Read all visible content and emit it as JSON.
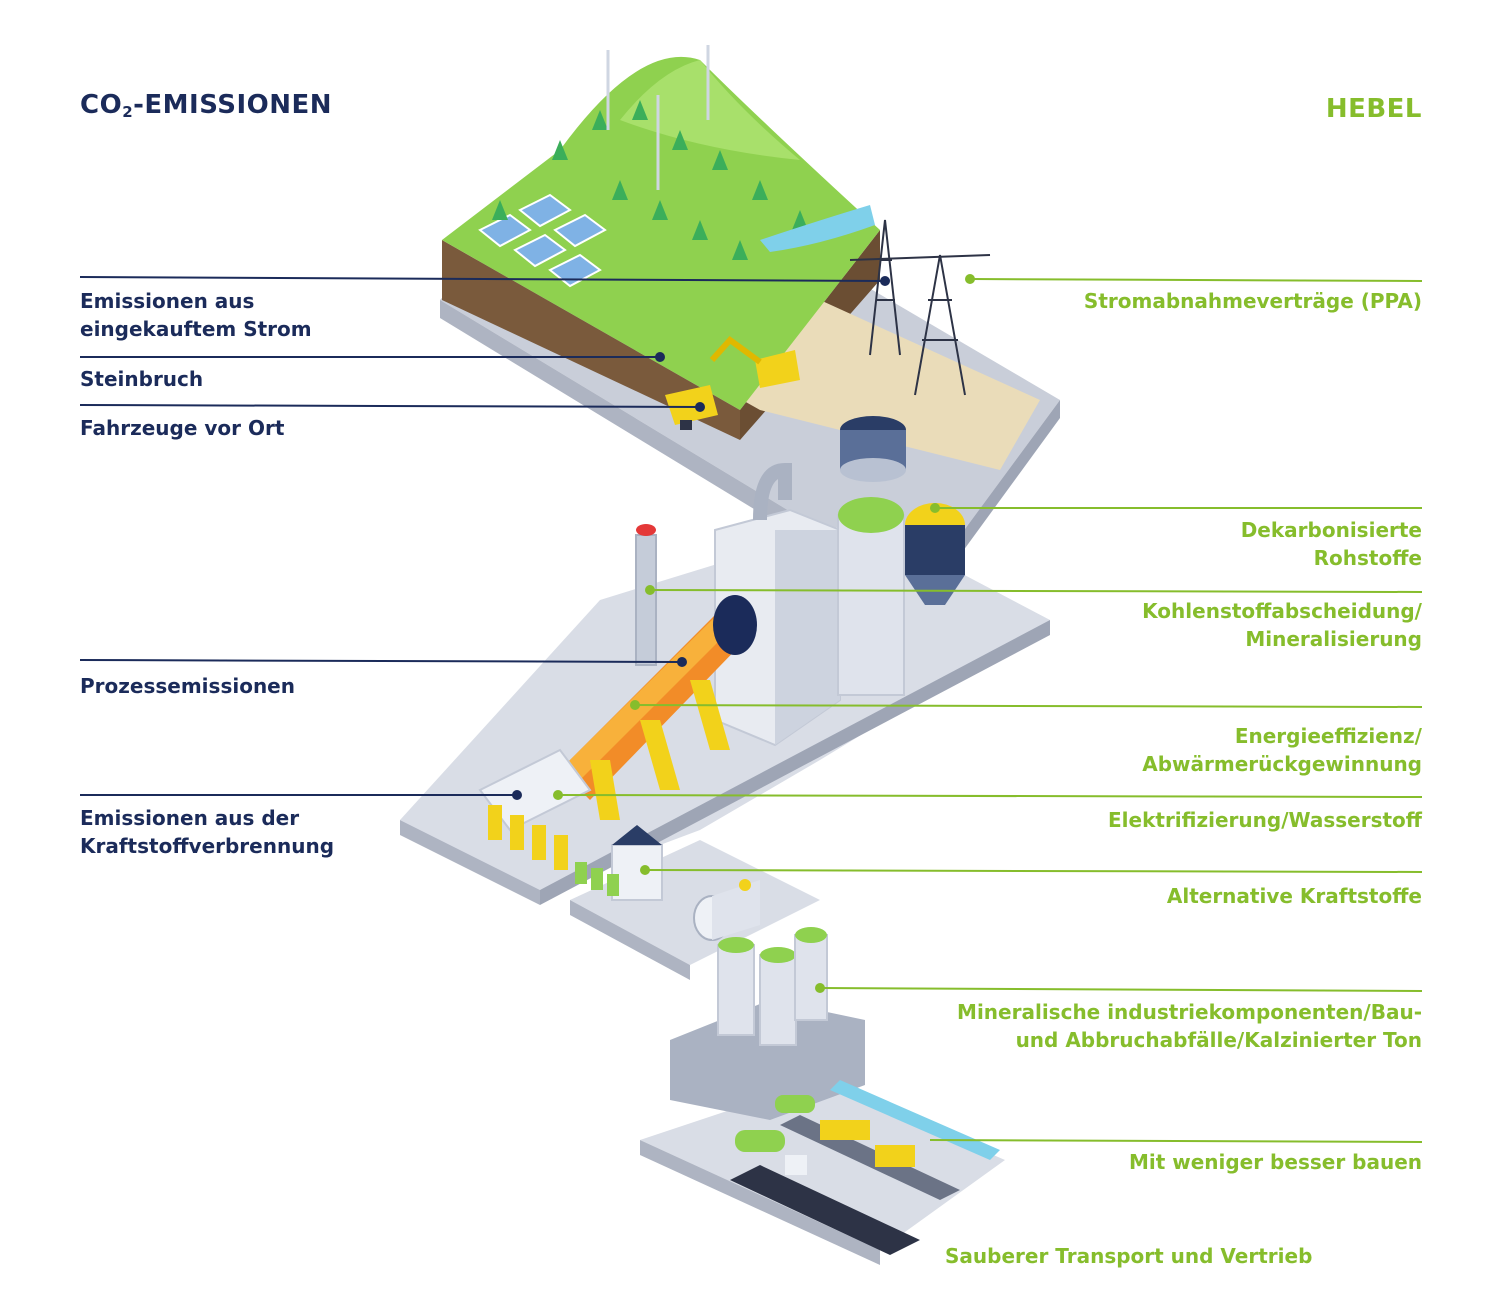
{
  "headings": {
    "left_prefix": "CO",
    "left_sub": "2",
    "left_suffix": "-EMISSIONEN",
    "right": "HEBEL"
  },
  "emissions": [
    {
      "line1": "Emissionen aus",
      "line2": "eingekauftem Strom"
    },
    {
      "line1": "Steinbruch"
    },
    {
      "line1": "Fahrzeuge vor Ort"
    },
    {
      "line1": "Prozessemissionen"
    },
    {
      "line1": "Emissionen aus der",
      "line2": "Kraftstoffverbrennung"
    }
  ],
  "levers": [
    {
      "line1": "Stromabnahmeverträge (PPA)"
    },
    {
      "line1": "Dekarbonisierte",
      "line2": "Rohstoffe"
    },
    {
      "line1": "Kohlenstoffabscheidung/",
      "line2": "Mineralisierung"
    },
    {
      "line1": "Energieeffizienz/",
      "line2": "Abwärmerückgewinnung"
    },
    {
      "line1": "Elektrifizierung/Wasserstoff"
    },
    {
      "line1": "Alternative Kraftstoffe"
    },
    {
      "line1": "Mineralische industriekomponenten/Bau-",
      "line2": "und Abbruchabfälle/Kalzinierter Ton"
    },
    {
      "line1": "Mit weniger besser bauen"
    },
    {
      "line1": "Sauberer Transport und Vertrieb"
    }
  ],
  "colors": {
    "navy": "#1b2b5a",
    "green": "#86bd2c",
    "grass": "#8fd14f",
    "platform": "#d9dde6",
    "yellow": "#f2d21b"
  }
}
